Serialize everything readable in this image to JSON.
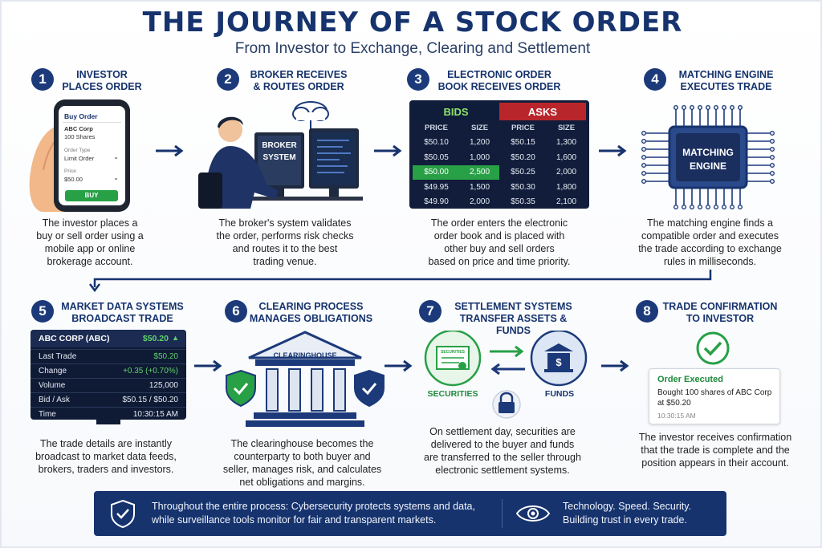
{
  "header": {
    "title": "THE JOURNEY OF A STOCK ORDER",
    "subtitle": "From Investor to Exchange, Clearing and Settlement"
  },
  "steps": [
    {
      "num": "1",
      "title_l1": "INVESTOR",
      "title_l2": "PLACES ORDER",
      "desc": [
        "The investor places a",
        "buy or sell order using a",
        "mobile app or online",
        "brokerage account."
      ]
    },
    {
      "num": "2",
      "title_l1": "BROKER RECEIVES",
      "title_l2": "& ROUTES ORDER",
      "desc": [
        "The broker's system validates",
        "the order, performs risk checks",
        "and routes it to the best",
        "trading venue."
      ]
    },
    {
      "num": "3",
      "title_l1": "ELECTRONIC ORDER",
      "title_l2": "BOOK RECEIVES ORDER",
      "desc": [
        "The order enters the electronic",
        "order book and is placed with",
        "other buy and sell orders",
        "based on price and time priority."
      ]
    },
    {
      "num": "4",
      "title_l1": "MATCHING ENGINE",
      "title_l2": "EXECUTES TRADE",
      "desc": [
        "The matching engine finds a",
        "compatible order and executes",
        "the trade according to exchange",
        "rules in milliseconds."
      ]
    },
    {
      "num": "5",
      "title_l1": "MARKET DATA SYSTEMS",
      "title_l2": "BROADCAST TRADE",
      "desc": [
        "The trade details are instantly",
        "broadcast to market data feeds,",
        "brokers, traders and investors."
      ]
    },
    {
      "num": "6",
      "title_l1": "CLEARING PROCESS",
      "title_l2": "MANAGES OBLIGATIONS",
      "desc": [
        "The clearinghouse becomes the",
        "counterparty to both buyer and",
        "seller, manages risk, and calculates",
        "net obligations and margins."
      ]
    },
    {
      "num": "7",
      "title_l1": "SETTLEMENT SYSTEMS",
      "title_l2": "TRANSFER ASSETS & FUNDS",
      "desc": [
        "On settlement day, securities are",
        "delivered to the buyer and funds",
        "are transferred to the seller through",
        "electronic settlement systems."
      ]
    },
    {
      "num": "8",
      "title_l1": "TRADE CONFIRMATION",
      "title_l2": "TO INVESTOR",
      "desc": [
        "The investor receives confirmation",
        "that the trade is complete and the",
        "position appears in their account."
      ]
    }
  ],
  "phone": {
    "header": "Buy Order",
    "symbol": "ABC Corp",
    "qty": "100 Shares",
    "order_type_label": "Order Type",
    "order_type": "Limit Order",
    "price_label": "Price",
    "price": "$50.00",
    "buy_label": "BUY"
  },
  "broker": {
    "screen_l1": "BROKER",
    "screen_l2": "SYSTEM"
  },
  "order_book": {
    "bids_label": "BIDS",
    "asks_label": "ASKS",
    "cols": [
      "PRICE",
      "SIZE",
      "PRICE",
      "SIZE"
    ],
    "rows": [
      {
        "bid_price": "$50.10",
        "bid_size": "1,200",
        "ask_price": "$50.15",
        "ask_size": "1,300",
        "highlight": false
      },
      {
        "bid_price": "$50.05",
        "bid_size": "1,000",
        "ask_price": "$50.20",
        "ask_size": "1,600",
        "highlight": false
      },
      {
        "bid_price": "$50.00",
        "bid_size": "2,500",
        "ask_price": "$50.25",
        "ask_size": "2,000",
        "highlight": true
      },
      {
        "bid_price": "$49.95",
        "bid_size": "1,500",
        "ask_price": "$50.30",
        "ask_size": "1,800",
        "highlight": false
      },
      {
        "bid_price": "$49.90",
        "bid_size": "2,000",
        "ask_price": "$50.35",
        "ask_size": "2,100",
        "highlight": false
      }
    ]
  },
  "engine": {
    "l1": "MATCHING",
    "l2": "ENGINE"
  },
  "market_data": {
    "ticker": "ABC CORP (ABC)",
    "ticker_price": "$50.20",
    "rows": [
      {
        "label": "Last Trade",
        "value": "$50.20",
        "green": true
      },
      {
        "label": "Change",
        "value": "+0.35 (+0.70%)",
        "green": true
      },
      {
        "label": "Volume",
        "value": "125,000",
        "green": false
      },
      {
        "label": "Bid / Ask",
        "value": "$50.15 / $50.20",
        "green": false
      },
      {
        "label": "Time",
        "value": "10:30:15 AM",
        "green": false
      }
    ]
  },
  "clearing": {
    "label": "CLEARINGHOUSE"
  },
  "settlement": {
    "securities": "SECURITIES",
    "funds": "FUNDS",
    "cert_text": "SECURITIES"
  },
  "confirmation": {
    "title": "Order Executed",
    "line1": "Bought 100 shares of ABC Corp",
    "line2": "at $50.20",
    "time": "10:30:15 AM"
  },
  "banner": {
    "left_l1": "Throughout the entire process: Cybersecurity protects systems and data,",
    "left_l2": "while surveillance tools monitor for fair and transparent markets.",
    "right_l1": "Technology. Speed. Security.",
    "right_l2": "Building trust in every trade."
  },
  "colors": {
    "navy": "#16336e",
    "green": "#27a046",
    "red": "#c42b2b"
  }
}
